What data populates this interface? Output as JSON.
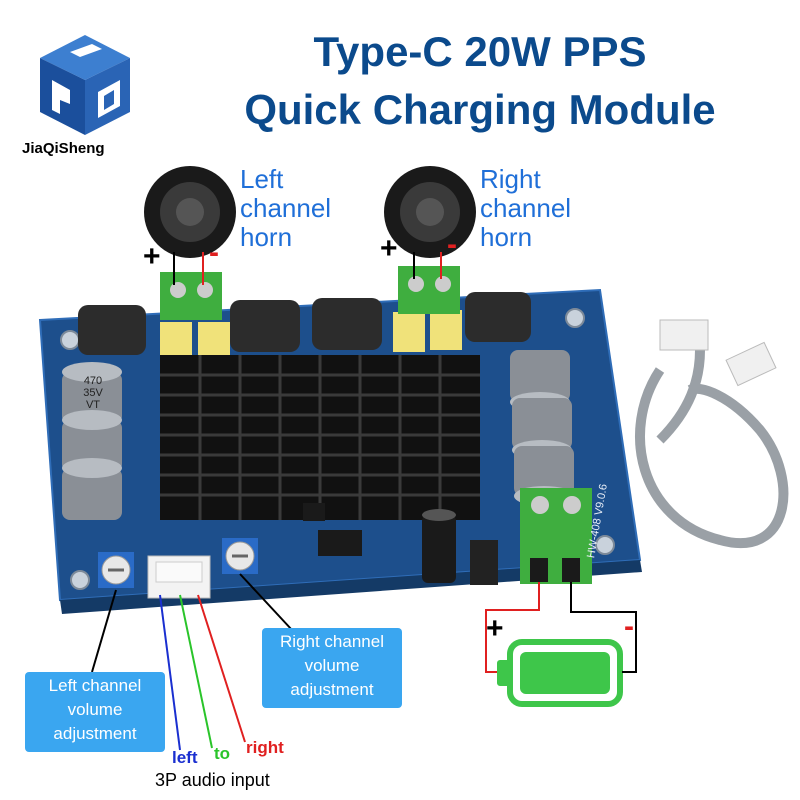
{
  "brand": {
    "name": "JiaQiSheng"
  },
  "title": {
    "line1": "Type-C 20W PPS",
    "line2": "Quick Charging Module"
  },
  "speakers": {
    "left": {
      "line1": "Left",
      "line2": "channel",
      "line3": "horn"
    },
    "right": {
      "line1": "Right",
      "line2": "channel",
      "line3": "horn"
    }
  },
  "callouts": {
    "left_volume": {
      "line1": "Left channel",
      "line2": "volume",
      "line3": "adjustment"
    },
    "right_volume": {
      "line1": "Right channel",
      "line2": "volume",
      "line3": "adjustment"
    }
  },
  "audio_input": {
    "left": "left",
    "to": "to",
    "right": "right",
    "caption": "3P audio input"
  },
  "board": {
    "model": "HW-408",
    "version": "V9.0.6",
    "cap_value": "470",
    "cap_voltage": "35V",
    "cap_series": "VT"
  },
  "polarity": {
    "plus": "+",
    "minus": "-"
  },
  "colors": {
    "title": "#0b4a8c",
    "label": "#1f6fd8",
    "callout": "#3aa6f0",
    "pcb": "#1d4f8c",
    "terminal": "#3fae3f",
    "battery": "#3ec64a"
  }
}
